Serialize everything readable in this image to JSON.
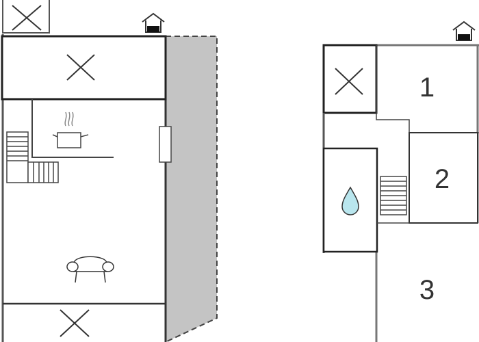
{
  "floor_plan": {
    "colors": {
      "wall": "#333333",
      "thin_line": "#444444",
      "terrace_fill": "#c4c4c4",
      "water_fill": "#b9e6ee",
      "background": "#ffffff"
    },
    "icons": {
      "entrance": "house-arrow-icon",
      "kitchen": "cooking-pot-icon",
      "living": "sofa-icon",
      "bathroom": "water-drop-icon",
      "void": "cross-void-icon",
      "stairs": "staircase-icon",
      "window": "window-icon"
    },
    "rooms": [
      {
        "label": "1"
      },
      {
        "label": "2"
      },
      {
        "label": "3"
      }
    ]
  }
}
